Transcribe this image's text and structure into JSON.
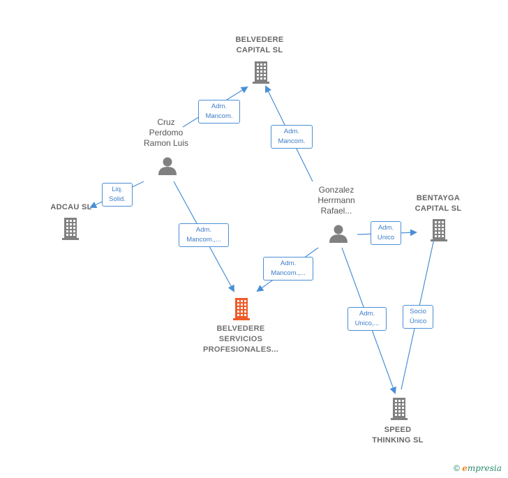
{
  "nodes": {
    "belvedere_capital": {
      "lines": [
        "BELVEDERE",
        "CAPITAL  SL"
      ]
    },
    "cruz": {
      "lines": [
        "Cruz",
        "Perdomo",
        "Ramon Luis"
      ]
    },
    "adcau": {
      "lines": [
        "ADCAU SL"
      ]
    },
    "gonzalez": {
      "lines": [
        "Gonzalez",
        "Herrmann",
        "Rafael..."
      ]
    },
    "bentayga": {
      "lines": [
        "BENTAYGA",
        "CAPITAL  SL"
      ]
    },
    "belvedere_servicios": {
      "lines": [
        "BELVEDERE",
        "SERVICIOS",
        "PROFESIONALES..."
      ]
    },
    "speed": {
      "lines": [
        "SPEED",
        "THINKING SL"
      ]
    }
  },
  "edges": {
    "cruz_capital": {
      "lines": [
        "Adm.",
        "Mancom."
      ]
    },
    "gonzalez_capital": {
      "lines": [
        "Adm.",
        "Mancom."
      ]
    },
    "cruz_adcau": {
      "lines": [
        "Liq.",
        "Solid."
      ]
    },
    "cruz_servicios": {
      "lines": [
        "Adm.",
        "Mancom.,..."
      ]
    },
    "gonzalez_servicios": {
      "lines": [
        "Adm.",
        "Mancom.,..."
      ]
    },
    "gonzalez_bentayga": {
      "lines": [
        "Adm.",
        "Unico"
      ]
    },
    "gonzalez_speed": {
      "lines": [
        "Adm.",
        "Unico,..."
      ]
    },
    "speed_bentayga": {
      "lines": [
        "Socio",
        "Único"
      ]
    }
  },
  "colors": {
    "company": "#808080",
    "focus_company": "#f05a28",
    "person": "#808080",
    "edge": "#4a8fd6"
  },
  "icons": {
    "company": "building-icon",
    "person": "person-icon",
    "copyright": "copyright-icon"
  },
  "footer": {
    "copyright": "©",
    "brand_first": "e",
    "brand_rest": "mpresia"
  }
}
